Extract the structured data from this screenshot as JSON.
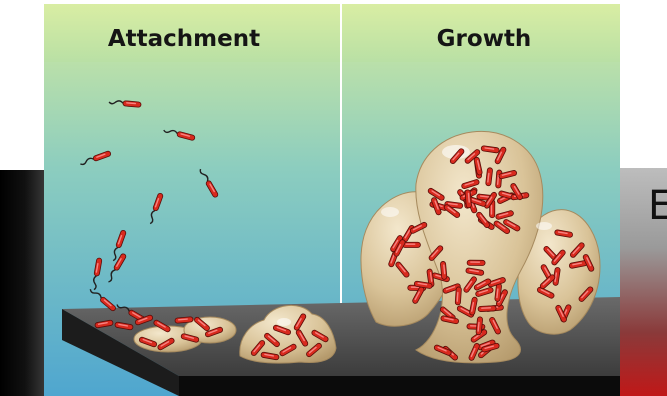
{
  "panels": [
    {
      "title": "Attachment"
    },
    {
      "title": "Growth"
    }
  ],
  "background_right": {
    "partial_text": "E"
  },
  "colors": {
    "sky_top": "#d3ea9e",
    "sky_bottom": "#4fa6cf",
    "surface_top": "#5a5a5a",
    "surface_front": "#0d0d0d",
    "biofilm": "#dcc69e",
    "bacteria": "#d82a1e",
    "bacteria_highlight": "#ff9a9a"
  },
  "icons": [
    "bacterium-icon",
    "biofilm-colony-icon"
  ]
}
